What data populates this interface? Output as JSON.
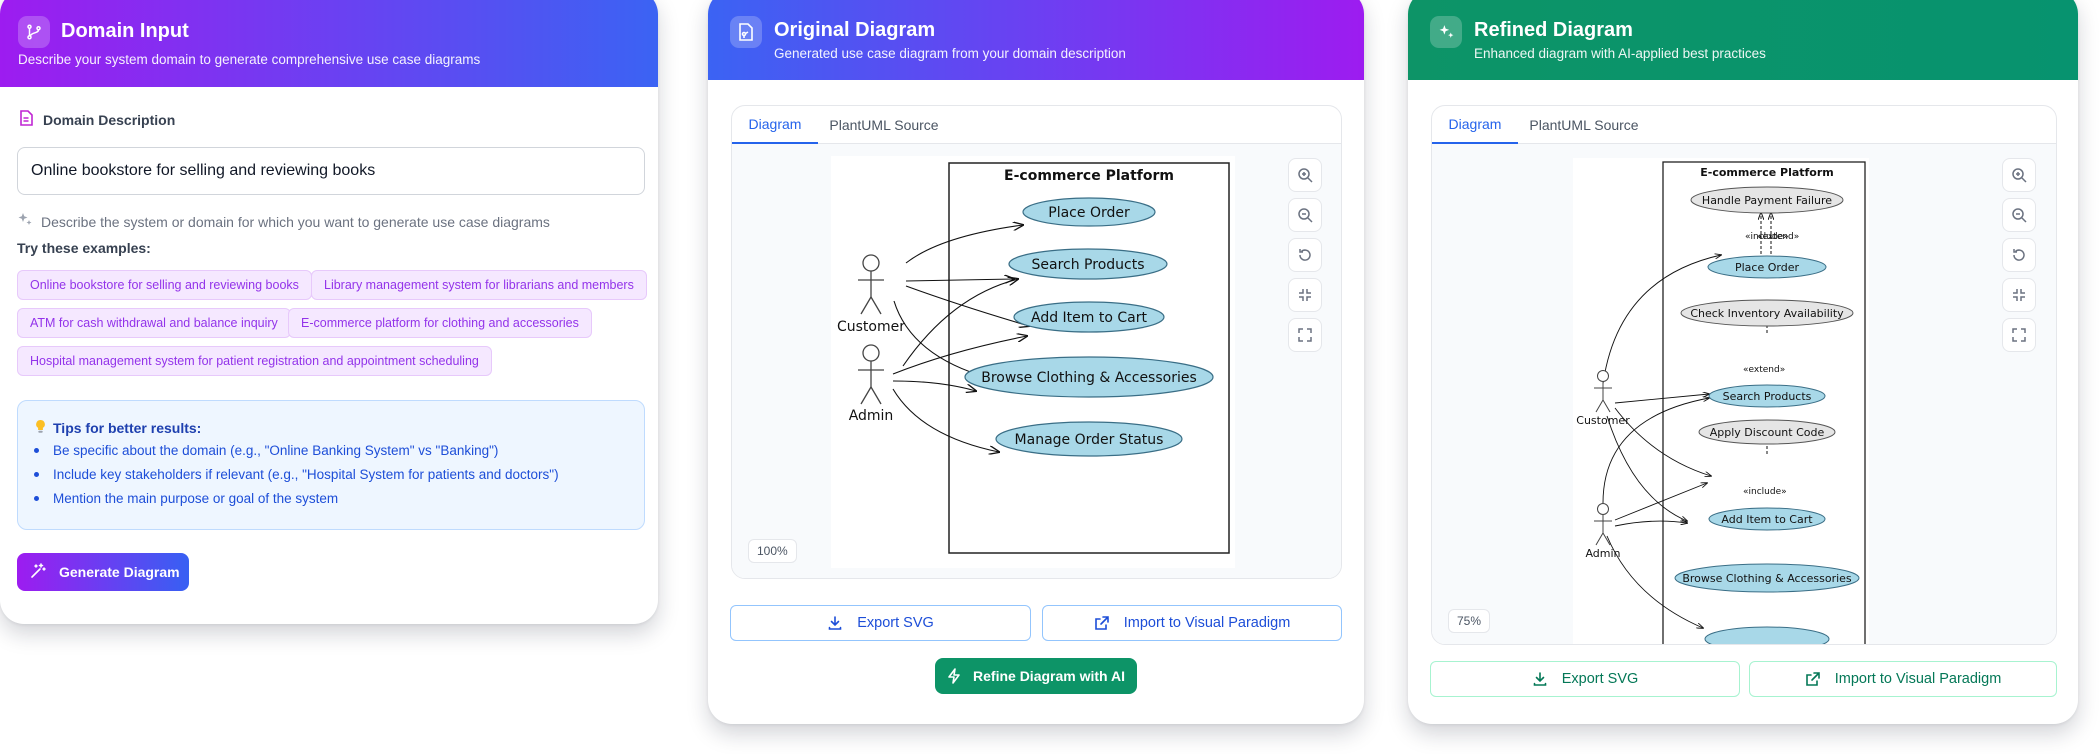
{
  "domain_input": {
    "title": "Domain Input",
    "subtitle": "Describe your system domain to generate comprehensive use case diagrams",
    "description_label": "Domain Description",
    "input_value": "Online bookstore for selling and reviewing books",
    "hint": "Describe the system or domain for which you want to generate use case diagrams",
    "examples_title": "Try these examples:",
    "examples": [
      "Online bookstore for selling and reviewing books",
      "Library management system for librarians and members",
      "ATM for cash withdrawal and balance inquiry",
      "E-commerce platform for clothing and accessories",
      "Hospital management system for patient registration and appointment scheduling"
    ],
    "tips_title": "Tips for better results:",
    "tips": [
      "Be specific about the domain (e.g., \"Online Banking System\" vs \"Banking\")",
      "Include key stakeholders if relevant (e.g., \"Hospital System for patients and doctors\")",
      "Mention the main purpose or goal of the system"
    ],
    "generate_label": "Generate Diagram"
  },
  "original": {
    "title": "Original Diagram",
    "subtitle": "Generated use case diagram from your domain description",
    "tabs": [
      "Diagram",
      "PlantUML Source"
    ],
    "zoom": "100%",
    "export_label": "Export SVG",
    "import_label": "Import to Visual Paradigm",
    "refine_label": "Refine Diagram with AI",
    "diagram": {
      "system": "E-commerce Platform",
      "actors": [
        "Customer",
        "Admin"
      ],
      "use_cases": [
        "Place Order",
        "Search Products",
        "Add Item to Cart",
        "Browse Clothing & Accessories",
        "Manage Order Status"
      ]
    }
  },
  "refined": {
    "title": "Refined Diagram",
    "subtitle": "Enhanced diagram with AI-applied best practices",
    "tabs": [
      "Diagram",
      "PlantUML Source"
    ],
    "zoom": "75%",
    "export_label": "Export SVG",
    "import_label": "Import to Visual Paradigm",
    "diagram": {
      "system": "E-commerce Platform",
      "actors": [
        "Customer",
        "Admin"
      ],
      "use_cases": [
        "Place Order",
        "Search Products",
        "Add Item to Cart",
        "Browse Clothing & Accessories"
      ],
      "extension_cases": [
        "Handle Payment Failure",
        "Check Inventory Availability",
        "Apply Discount Code"
      ],
      "stereotypes": [
        "«include»",
        "«extend»",
        "«extend»",
        "«include»"
      ]
    }
  },
  "colors": {
    "purple": "#9d1cf0",
    "blue": "#3b63f3",
    "green": "#0d9467",
    "usecase_fill": "#a8d8e8"
  }
}
